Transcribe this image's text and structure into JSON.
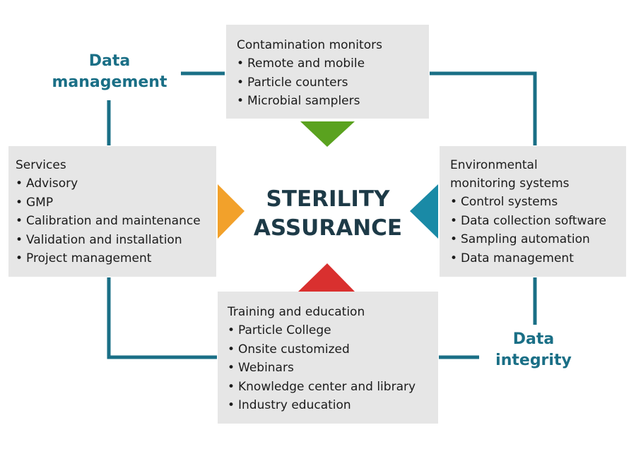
{
  "center": {
    "line1": "STERILITY",
    "line2": "ASSURANCE"
  },
  "connector_labels": {
    "top_left": [
      "Data",
      "management"
    ],
    "bottom_right": [
      "Data",
      "integrity"
    ]
  },
  "boxes": {
    "top": {
      "title": "Contamination monitors",
      "items": [
        "Remote and mobile",
        "Particle counters",
        "Microbial samplers"
      ]
    },
    "left": {
      "title": "Services",
      "items": [
        "Advisory",
        "GMP",
        "Calibration and maintenance",
        "Validation and installation",
        "Project management"
      ]
    },
    "right": {
      "title_lines": [
        "Environmental",
        "monitoring systems"
      ],
      "items": [
        "Control systems",
        "Data collection software",
        "Sampling automation",
        "Data management"
      ]
    },
    "bottom": {
      "title": "Training and education",
      "items": [
        "Particle College",
        "Onsite customized",
        "Webinars",
        "Knowledge center and library",
        "Industry education"
      ]
    }
  },
  "colors": {
    "connector": "#1a6f86",
    "box_fill": "#e6e6e6",
    "arrow_top": "#5aa21f",
    "arrow_left": "#f2a12b",
    "arrow_right": "#1a8aa6",
    "arrow_bottom": "#d9302f",
    "center_text": "#1d3a47"
  },
  "bullet": "•"
}
